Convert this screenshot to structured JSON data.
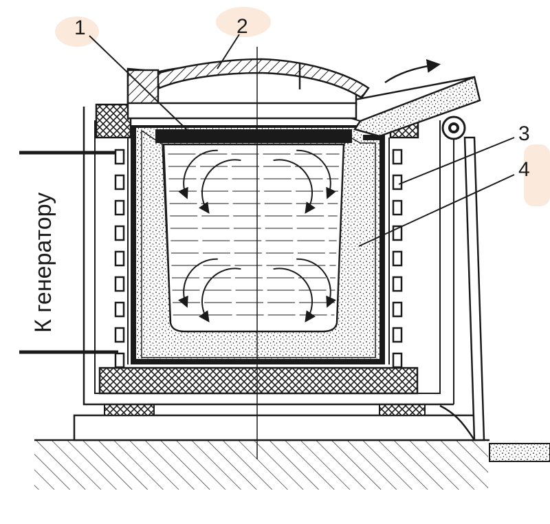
{
  "figure": {
    "callouts": [
      {
        "id": "1",
        "label": "1"
      },
      {
        "id": "2",
        "label": "2"
      },
      {
        "id": "3",
        "label": "3"
      },
      {
        "id": "4",
        "label": "4"
      }
    ],
    "side_label": "К генератору"
  },
  "colors": {
    "ink": "#1a1a1a",
    "paper": "#ffffff",
    "label_blob": "#fbe9dc"
  }
}
